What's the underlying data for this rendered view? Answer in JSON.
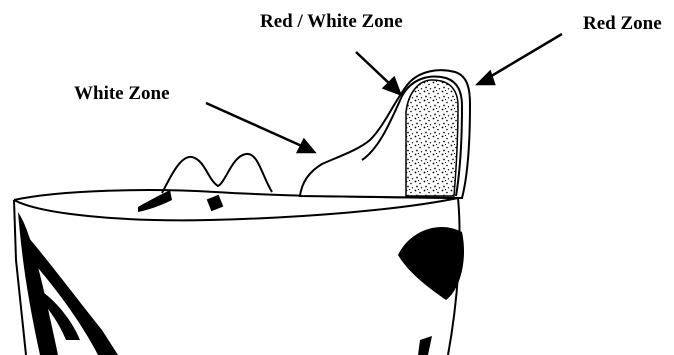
{
  "labels": {
    "red_white_zone": "Red / White Zone",
    "red_zone": "Red Zone",
    "white_zone": "White Zone"
  },
  "colors": {
    "ink": "#000000",
    "paper": "#ffffff"
  }
}
